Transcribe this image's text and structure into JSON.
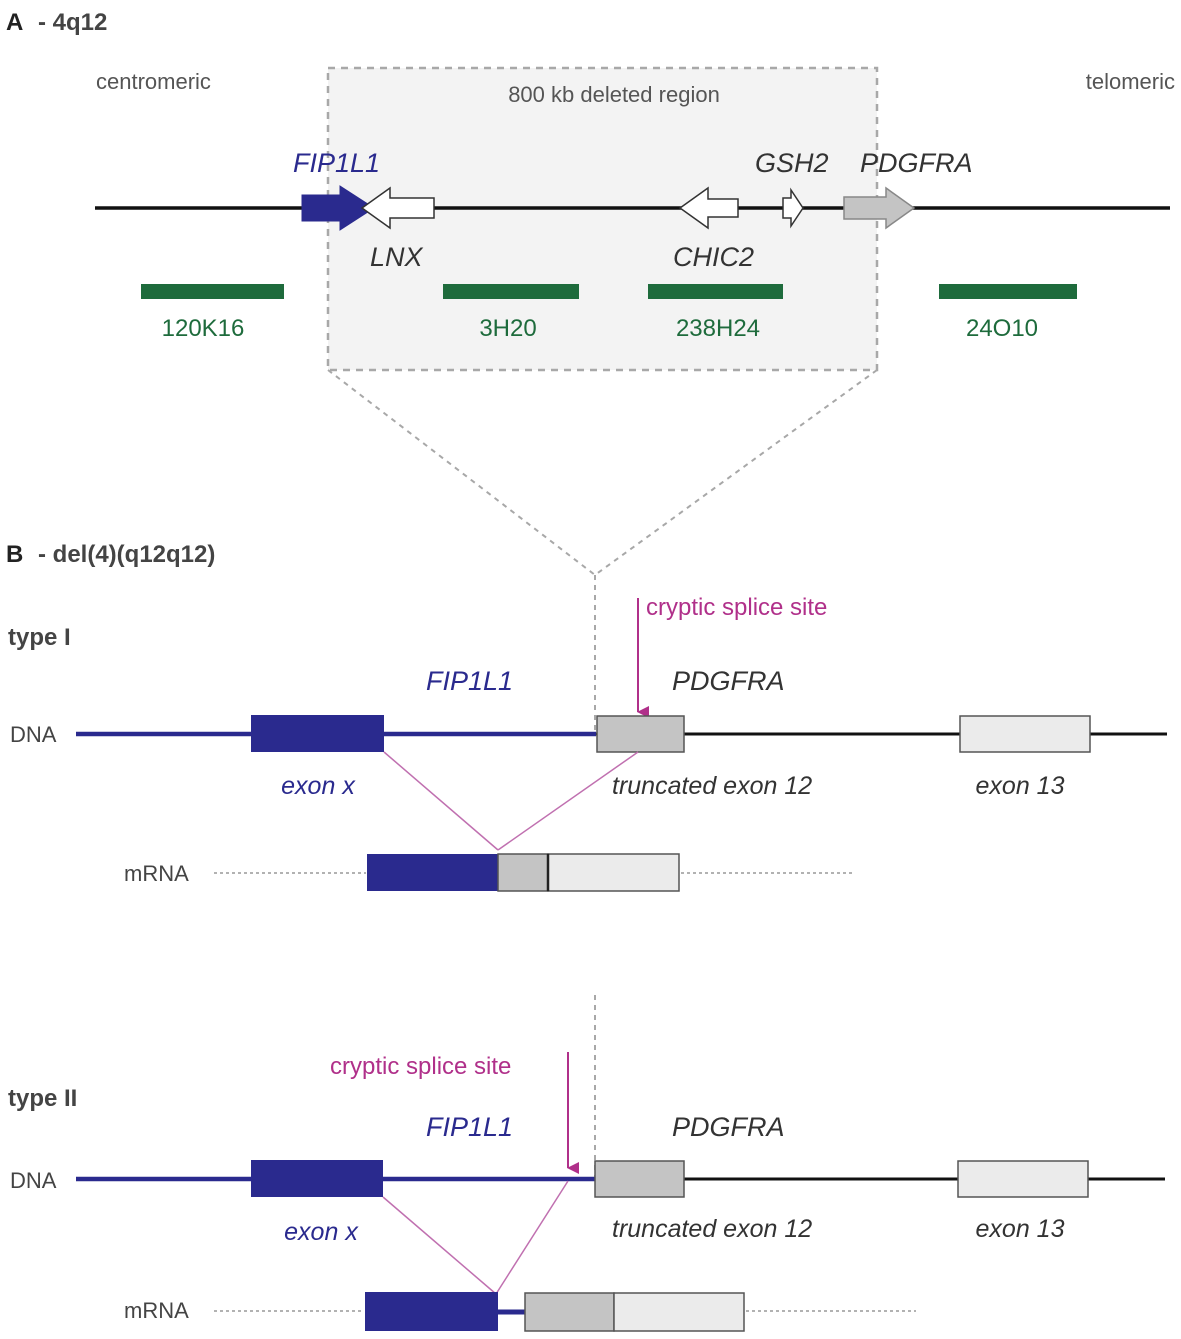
{
  "panelA": {
    "letter": "A",
    "title": "- 4q12",
    "centromeric": "centromeric",
    "telomeric": "telomeric",
    "deleted_region": "800 kb deleted region",
    "genes": {
      "fip1l1": "FIP1L1",
      "lnx": "LNX",
      "chic2": "CHIC2",
      "gsh2": "GSH2",
      "pdgfra": "PDGFRA"
    },
    "probes": [
      "120K16",
      "3H20",
      "238H24",
      "24O10"
    ]
  },
  "panelB": {
    "letter": "B",
    "title": "- del(4)(q12q12)",
    "type1": {
      "label": "type I",
      "splice_label": "cryptic splice site",
      "fip1l1": "FIP1L1",
      "pdgfra": "PDGFRA",
      "dna": "DNA",
      "mrna": "mRNA",
      "exon_x": "exon x",
      "trunc_exon": "truncated exon 12",
      "exon13": "exon 13"
    },
    "type2": {
      "label": "type II",
      "splice_label": "cryptic splice site",
      "fip1l1": "FIP1L1",
      "pdgfra": "PDGFRA",
      "dna": "DNA",
      "mrna": "mRNA",
      "exon_x": "exon x",
      "trunc_exon": "truncated exon 12",
      "exon13": "exon 13"
    }
  },
  "colors": {
    "fip1l1_blue": "#2a2a8e",
    "probe_green": "#1e6b3c",
    "splice_magenta": "#b0308a",
    "exon12_gray": "#c4c4c4",
    "exon13_gray": "#ebebeb",
    "dashed_gray": "#a8a8a8"
  }
}
